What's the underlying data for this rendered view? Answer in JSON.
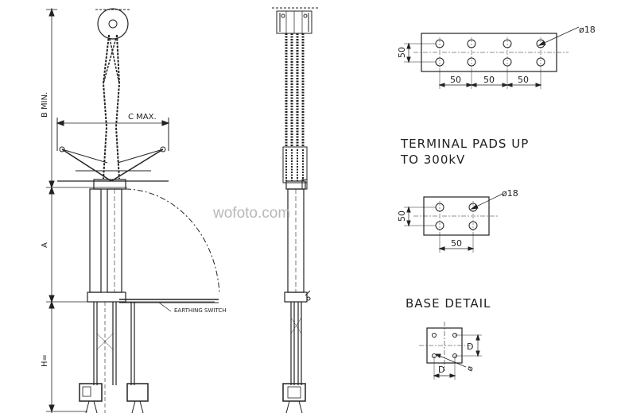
{
  "watermark": "wofoto.com",
  "dimensions": {
    "b_min": "B MIN.",
    "c_max": "C MAX.",
    "a": "A",
    "h": "H="
  },
  "earthing_switch": "EARTHING SWITCH",
  "terminal_pads": {
    "title_line1": "TERMINAL PADS UP",
    "title_line2": "TO 300kV",
    "pad1": {
      "height": "50",
      "spacings": [
        "50",
        "50",
        "50"
      ],
      "hole": "ø18"
    },
    "pad2": {
      "height": "50",
      "spacing": "50",
      "hole": "ø18"
    }
  },
  "base_detail": {
    "title": "BASE DETAIL",
    "dim_vertical": "D",
    "dim_horizontal": "D",
    "hole": "ø"
  }
}
